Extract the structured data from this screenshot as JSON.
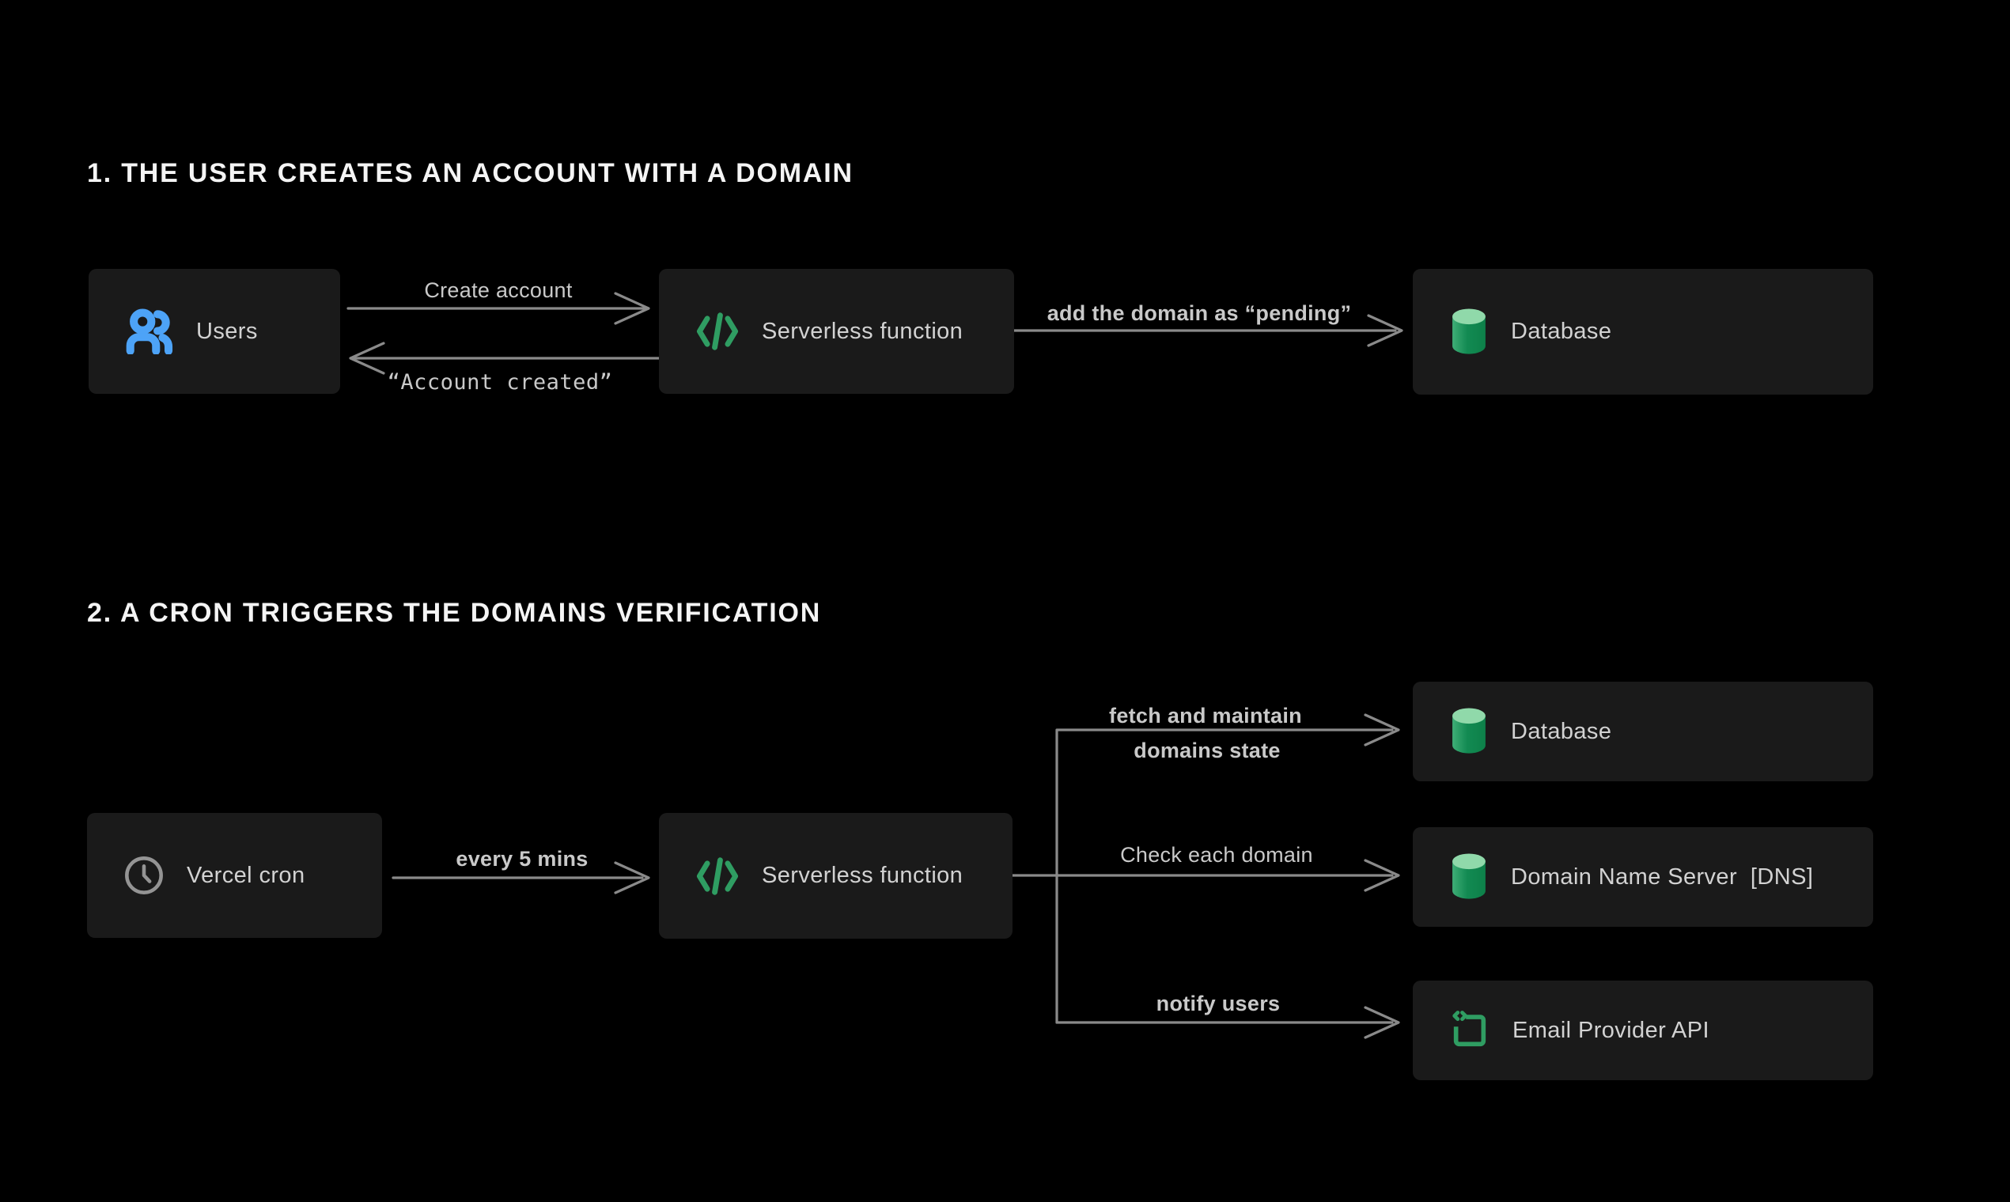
{
  "colors": {
    "background": "#000000",
    "node_background": "#1a1a1a",
    "node_text": "#d2d2d2",
    "edge_text": "#c9c9c9",
    "title_text": "#f4f4f4",
    "line": "#8a8a8a",
    "accent_blue": "#4da3f7",
    "accent_green": "#2f9d62",
    "cylinder_top_green": "#90d9aa",
    "cylinder_body_green": "#0d8049",
    "clock_gray": "#949494"
  },
  "sections": {
    "one": {
      "title": "1. THE USER CREATES AN ACCOUNT WITH A DOMAIN",
      "nodes": {
        "users": {
          "label": "Users",
          "icon": "users-icon"
        },
        "serverless": {
          "label": "Serverless function",
          "icon": "code-icon"
        },
        "database": {
          "label": "Database",
          "icon": "database-icon"
        }
      },
      "edges": {
        "create_account": {
          "label": "Create account",
          "from": "Users",
          "to": "Serverless function"
        },
        "account_created": {
          "label": "“Account created”",
          "from": "Serverless function",
          "to": "Users"
        },
        "add_pending": {
          "label": "add the domain as “pending”",
          "from": "Serverless function",
          "to": "Database"
        }
      }
    },
    "two": {
      "title": "2. A CRON TRIGGERS THE DOMAINS VERIFICATION",
      "nodes": {
        "cron": {
          "label": "Vercel cron",
          "icon": "clock-icon"
        },
        "serverless": {
          "label": "Serverless function",
          "icon": "code-icon"
        },
        "database": {
          "label": "Database",
          "icon": "database-icon"
        },
        "dns": {
          "label": "Domain Name Server  [DNS]",
          "icon": "database-icon"
        },
        "email": {
          "label": "Email Provider API",
          "icon": "email-api-icon"
        }
      },
      "edges": {
        "every_5_mins": {
          "label": "every 5 mins",
          "from": "Vercel cron",
          "to": "Serverless function"
        },
        "fetch_domains_line1": {
          "label": "fetch and maintain",
          "from": "Serverless function",
          "to": "Database"
        },
        "fetch_domains_line2": {
          "label": "domains state",
          "from": "Serverless function",
          "to": "Database"
        },
        "check_domain": {
          "label": "Check each domain",
          "from": "Serverless function",
          "to": "Domain Name Server [DNS]"
        },
        "notify_users": {
          "label": "notify users",
          "from": "Serverless function",
          "to": "Email Provider API"
        }
      }
    }
  }
}
